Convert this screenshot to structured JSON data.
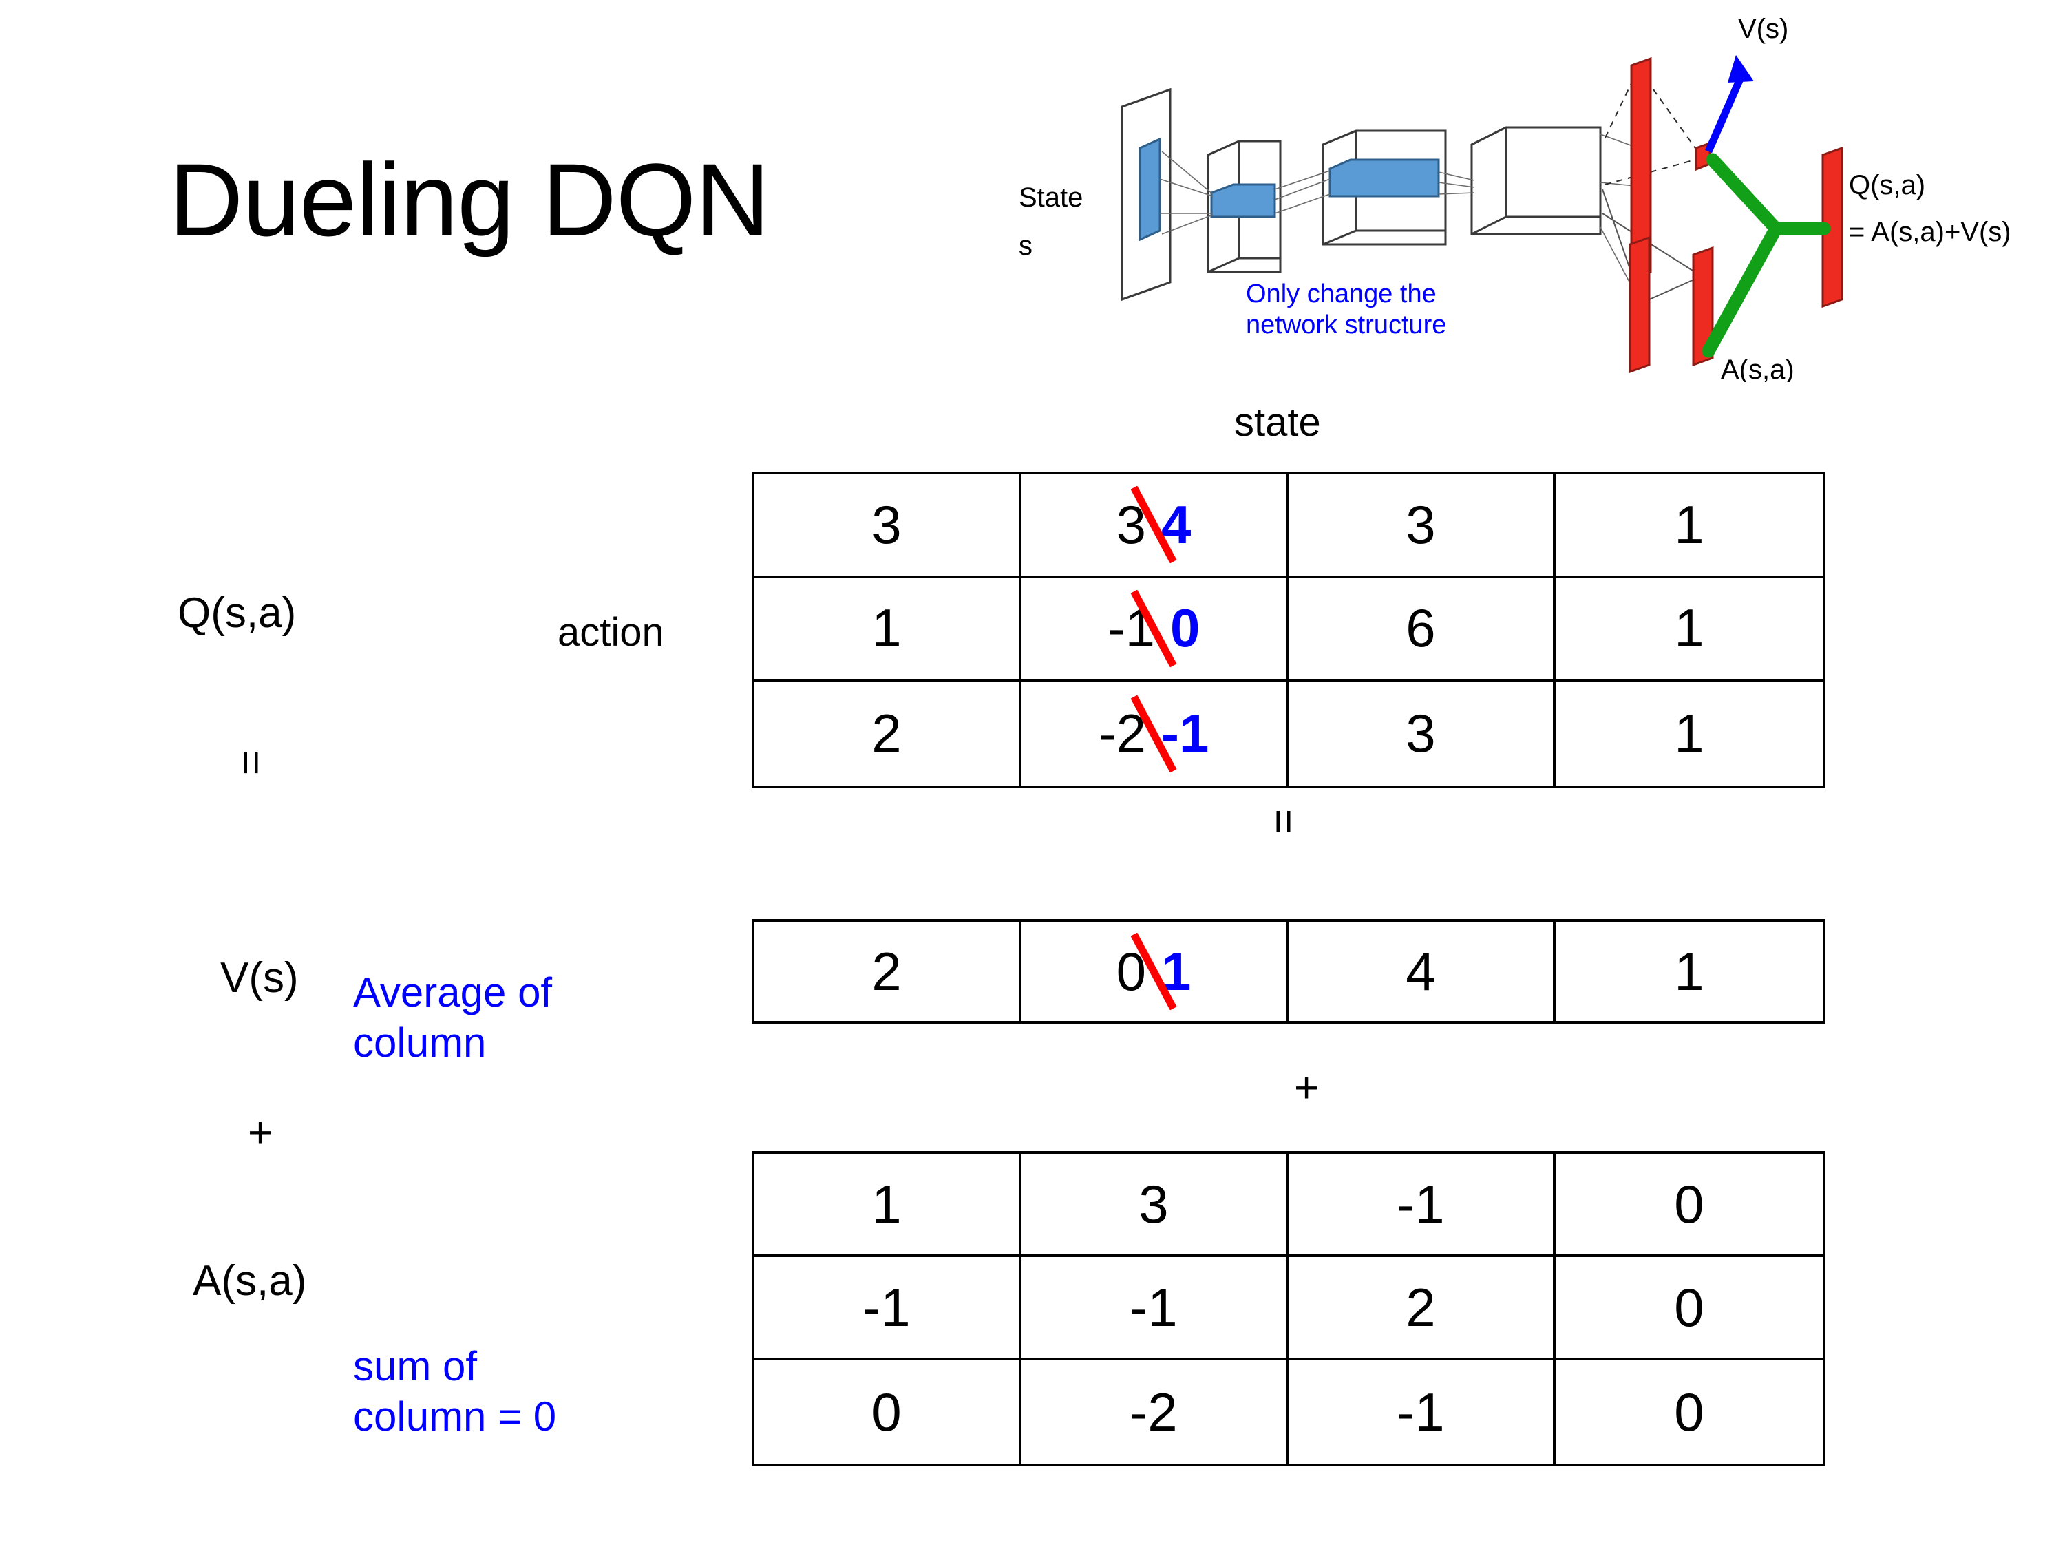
{
  "slide": {
    "title": "Dueling DQN"
  },
  "diagram": {
    "input_label": "State",
    "input_sub": "s",
    "note": "Only change the\nnetwork structure",
    "value_label": "V(s)",
    "advantage_label": "A(s,a)",
    "q_label_line1": "Q(s,a)",
    "q_label_line2": "= A(s,a)+V(s)",
    "colors": {
      "note": "#0000ff",
      "stream_bar": "#ee2b21",
      "combine": "#12a018",
      "value_arrow": "#0000ff",
      "conv_block": "#5b9bd5"
    }
  },
  "labels": {
    "state_axis": "state",
    "action_axis": "action",
    "q_row": "Q(s,a)",
    "v_row": "V(s)",
    "a_row": "A(s,a)",
    "equals": "=",
    "plus": "+"
  },
  "annotations": {
    "average_of_column": "Average of\ncolumn",
    "sum_of_column": "sum of\ncolumn = 0",
    "color": "#0000ff"
  },
  "chart_data": {
    "type": "table",
    "title": "Dueling DQN",
    "xlabel": "state",
    "ylabel": "action",
    "edit_colors": {
      "old": "#000000",
      "strike": "#ff0000",
      "new": "#0000ff"
    },
    "tables": [
      {
        "name": "Q(s,a)",
        "rows": 3,
        "cols": 4,
        "values": [
          [
            "3",
            "3",
            "3",
            "1"
          ],
          [
            "1",
            "-1",
            "6",
            "1"
          ],
          [
            "2",
            "-2",
            "3",
            "1"
          ]
        ],
        "edits": [
          {
            "row": 0,
            "col": 1,
            "old": "3",
            "new": "4"
          },
          {
            "row": 1,
            "col": 1,
            "old": "-1",
            "new": "0"
          },
          {
            "row": 2,
            "col": 1,
            "old": "-2",
            "new": "-1"
          }
        ]
      },
      {
        "name": "V(s)",
        "rows": 1,
        "cols": 4,
        "values": [
          [
            "2",
            "0",
            "4",
            "1"
          ]
        ],
        "edits": [
          {
            "row": 0,
            "col": 1,
            "old": "0",
            "new": "1"
          }
        ]
      },
      {
        "name": "A(s,a)",
        "rows": 3,
        "cols": 4,
        "values": [
          [
            "1",
            "3",
            "-1",
            "0"
          ],
          [
            "-1",
            "-1",
            "2",
            "0"
          ],
          [
            "0",
            "-2",
            "-1",
            "0"
          ]
        ],
        "edits": []
      }
    ]
  },
  "q_table": {
    "r0c0": "3",
    "r0c1_old": "3",
    "r0c1_new": "4",
    "r0c2": "3",
    "r0c3": "1",
    "r1c0": "1",
    "r1c1_old": "-1",
    "r1c1_new": "0",
    "r1c2": "6",
    "r1c3": "1",
    "r2c0": "2",
    "r2c1_old": "-2",
    "r2c1_new": "-1",
    "r2c2": "3",
    "r2c3": "1"
  },
  "v_table": {
    "c0": "2",
    "c1_old": "0",
    "c1_new": "1",
    "c2": "4",
    "c3": "1"
  },
  "a_table": {
    "r0c0": "1",
    "r0c1": "3",
    "r0c2": "-1",
    "r0c3": "0",
    "r1c0": "-1",
    "r1c1": "-1",
    "r1c2": "2",
    "r1c3": "0",
    "r2c0": "0",
    "r2c1": "-2",
    "r2c2": "-1",
    "r2c3": "0"
  }
}
